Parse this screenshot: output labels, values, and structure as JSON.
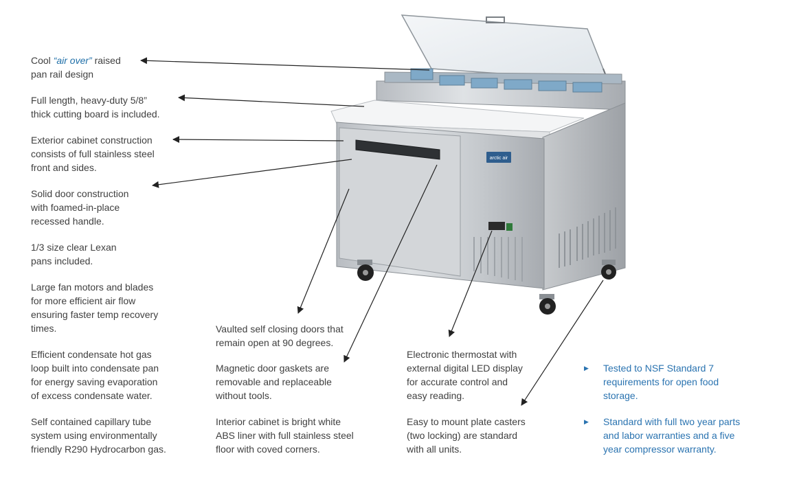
{
  "features_left": {
    "air_over": {
      "prefix": "Cool ",
      "highlight": "“air over”",
      "suffix": " raised",
      "line2": "pan rail design"
    },
    "cutting_board": {
      "line1": "Full length, heavy-duty 5/8”",
      "line2": "thick cutting board is included."
    },
    "exterior": {
      "line1": "Exterior cabinet construction",
      "line2": "consists of full stainless steel",
      "line3": "front and sides."
    },
    "solid_door": {
      "line1": "Solid door construction",
      "line2": "with foamed-in-place",
      "line3": "recessed handle."
    },
    "lexan": {
      "line1": "1/3 size clear Lexan",
      "line2": "pans included."
    },
    "fan": {
      "line1": "Large fan motors and blades",
      "line2": "for more efficient air flow",
      "line3": "ensuring faster temp recovery",
      "line4": "times."
    },
    "condensate": {
      "line1": "Efficient condensate hot gas",
      "line2": "loop built into condensate pan",
      "line3": "for energy saving evaporation",
      "line4": "of excess condensate water."
    },
    "capillary": {
      "line1": "Self contained capillary tube",
      "line2": "system using environmentally",
      "line3": "friendly R290 Hydrocarbon gas."
    }
  },
  "features_middle": {
    "vaulted": {
      "line1": "Vaulted self closing doors that",
      "line2": "remain open at 90 degrees."
    },
    "gaskets": {
      "line1": "Magnetic door gaskets are",
      "line2": "removable and replaceable",
      "line3": "without tools."
    },
    "interior": {
      "line1": "Interior cabinet is bright white",
      "line2": "ABS liner with full stainless steel",
      "line3": "floor with coved corners."
    }
  },
  "features_right": {
    "thermostat": {
      "line1": "Electronic thermostat with",
      "line2": "external digital LED display",
      "line3": "for accurate control and",
      "line4": "easy reading."
    },
    "casters": {
      "line1": "Easy to mount plate casters",
      "line2": "(two locking) are standard",
      "line3": "with all units."
    }
  },
  "highlights": {
    "bullet_glyph": "▶",
    "nsf": {
      "line1": "Tested to NSF Standard 7",
      "line2": "requirements for open food",
      "line3": "storage."
    },
    "warranty": {
      "line1": "Standard with full two year parts",
      "line2": "and labor warranties and a five",
      "line3": "year compressor warranty."
    }
  },
  "product": {
    "brand_badge": "arctic air"
  },
  "colors": {
    "text": "#3f3f3f",
    "accent": "#2a73b0",
    "steel": "#c9ccd0"
  }
}
